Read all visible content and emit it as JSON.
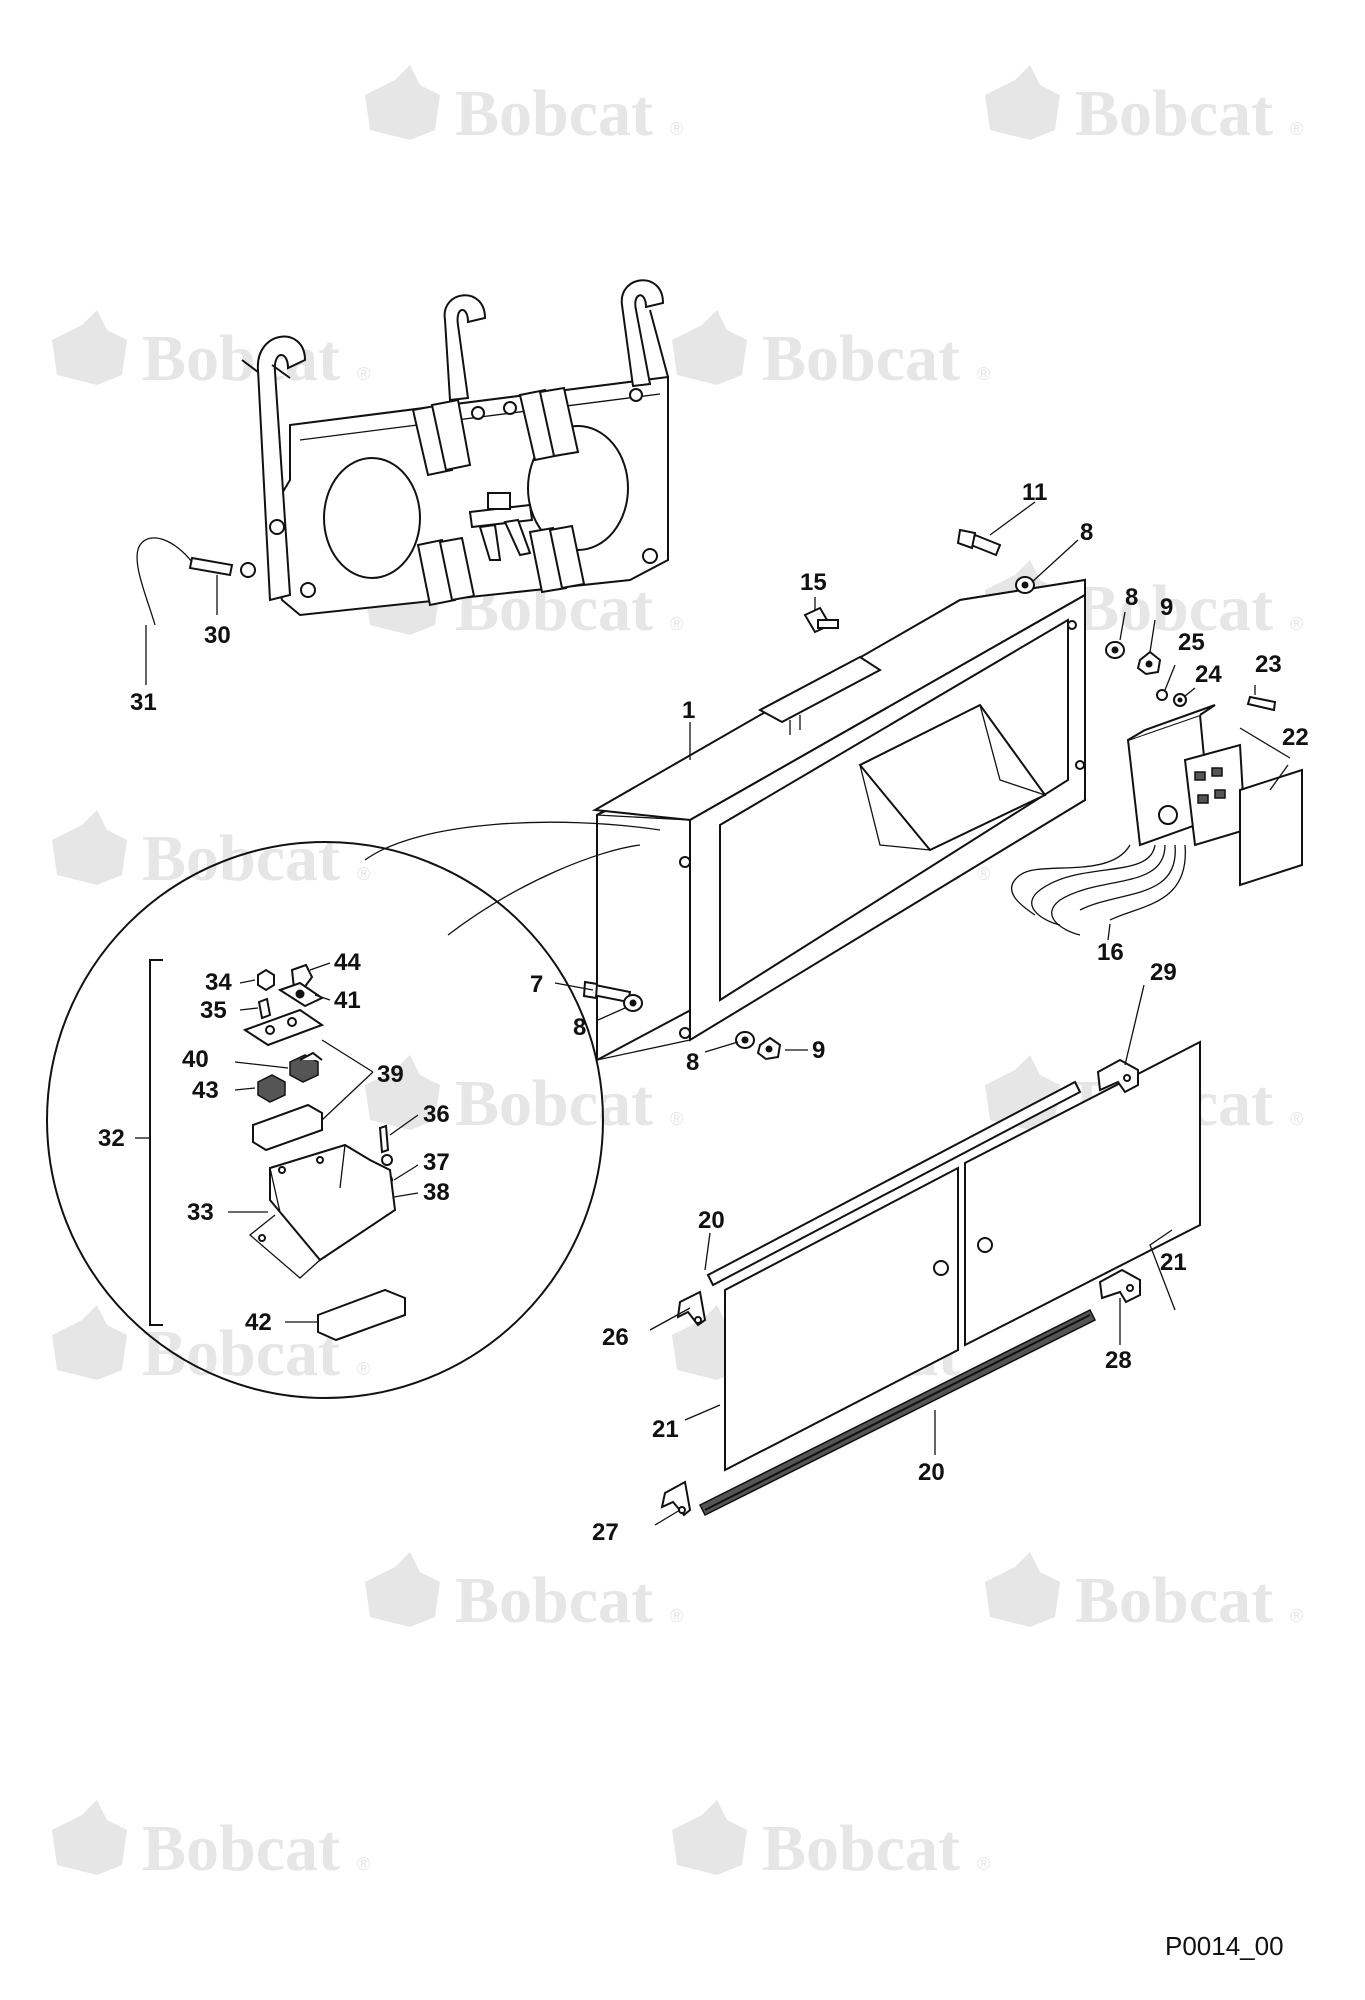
{
  "watermark": {
    "brand": "Bobcat",
    "mark": "®"
  },
  "figure_code": "P0014_00",
  "callouts": {
    "c1": "1",
    "c7": "7",
    "c8a": "8",
    "c8b": "8",
    "c8c": "8",
    "c8d": "8",
    "c9a": "9",
    "c9b": "9",
    "c11": "11",
    "c15": "15",
    "c16": "16",
    "c20a": "20",
    "c20b": "20",
    "c21a": "21",
    "c21b": "21",
    "c22": "22",
    "c23": "23",
    "c24": "24",
    "c25": "25",
    "c26": "26",
    "c27": "27",
    "c28": "28",
    "c29": "29",
    "c30": "30",
    "c31": "31",
    "c32": "32",
    "c33": "33",
    "c34": "34",
    "c35": "35",
    "c36": "36",
    "c37": "37",
    "c38": "38",
    "c39": "39",
    "c40": "40",
    "c41": "41",
    "c42": "42",
    "c43": "43",
    "c44": "44"
  },
  "colors": {
    "line": "#111111",
    "watermark": "#e6e6e6",
    "background": "#ffffff"
  }
}
